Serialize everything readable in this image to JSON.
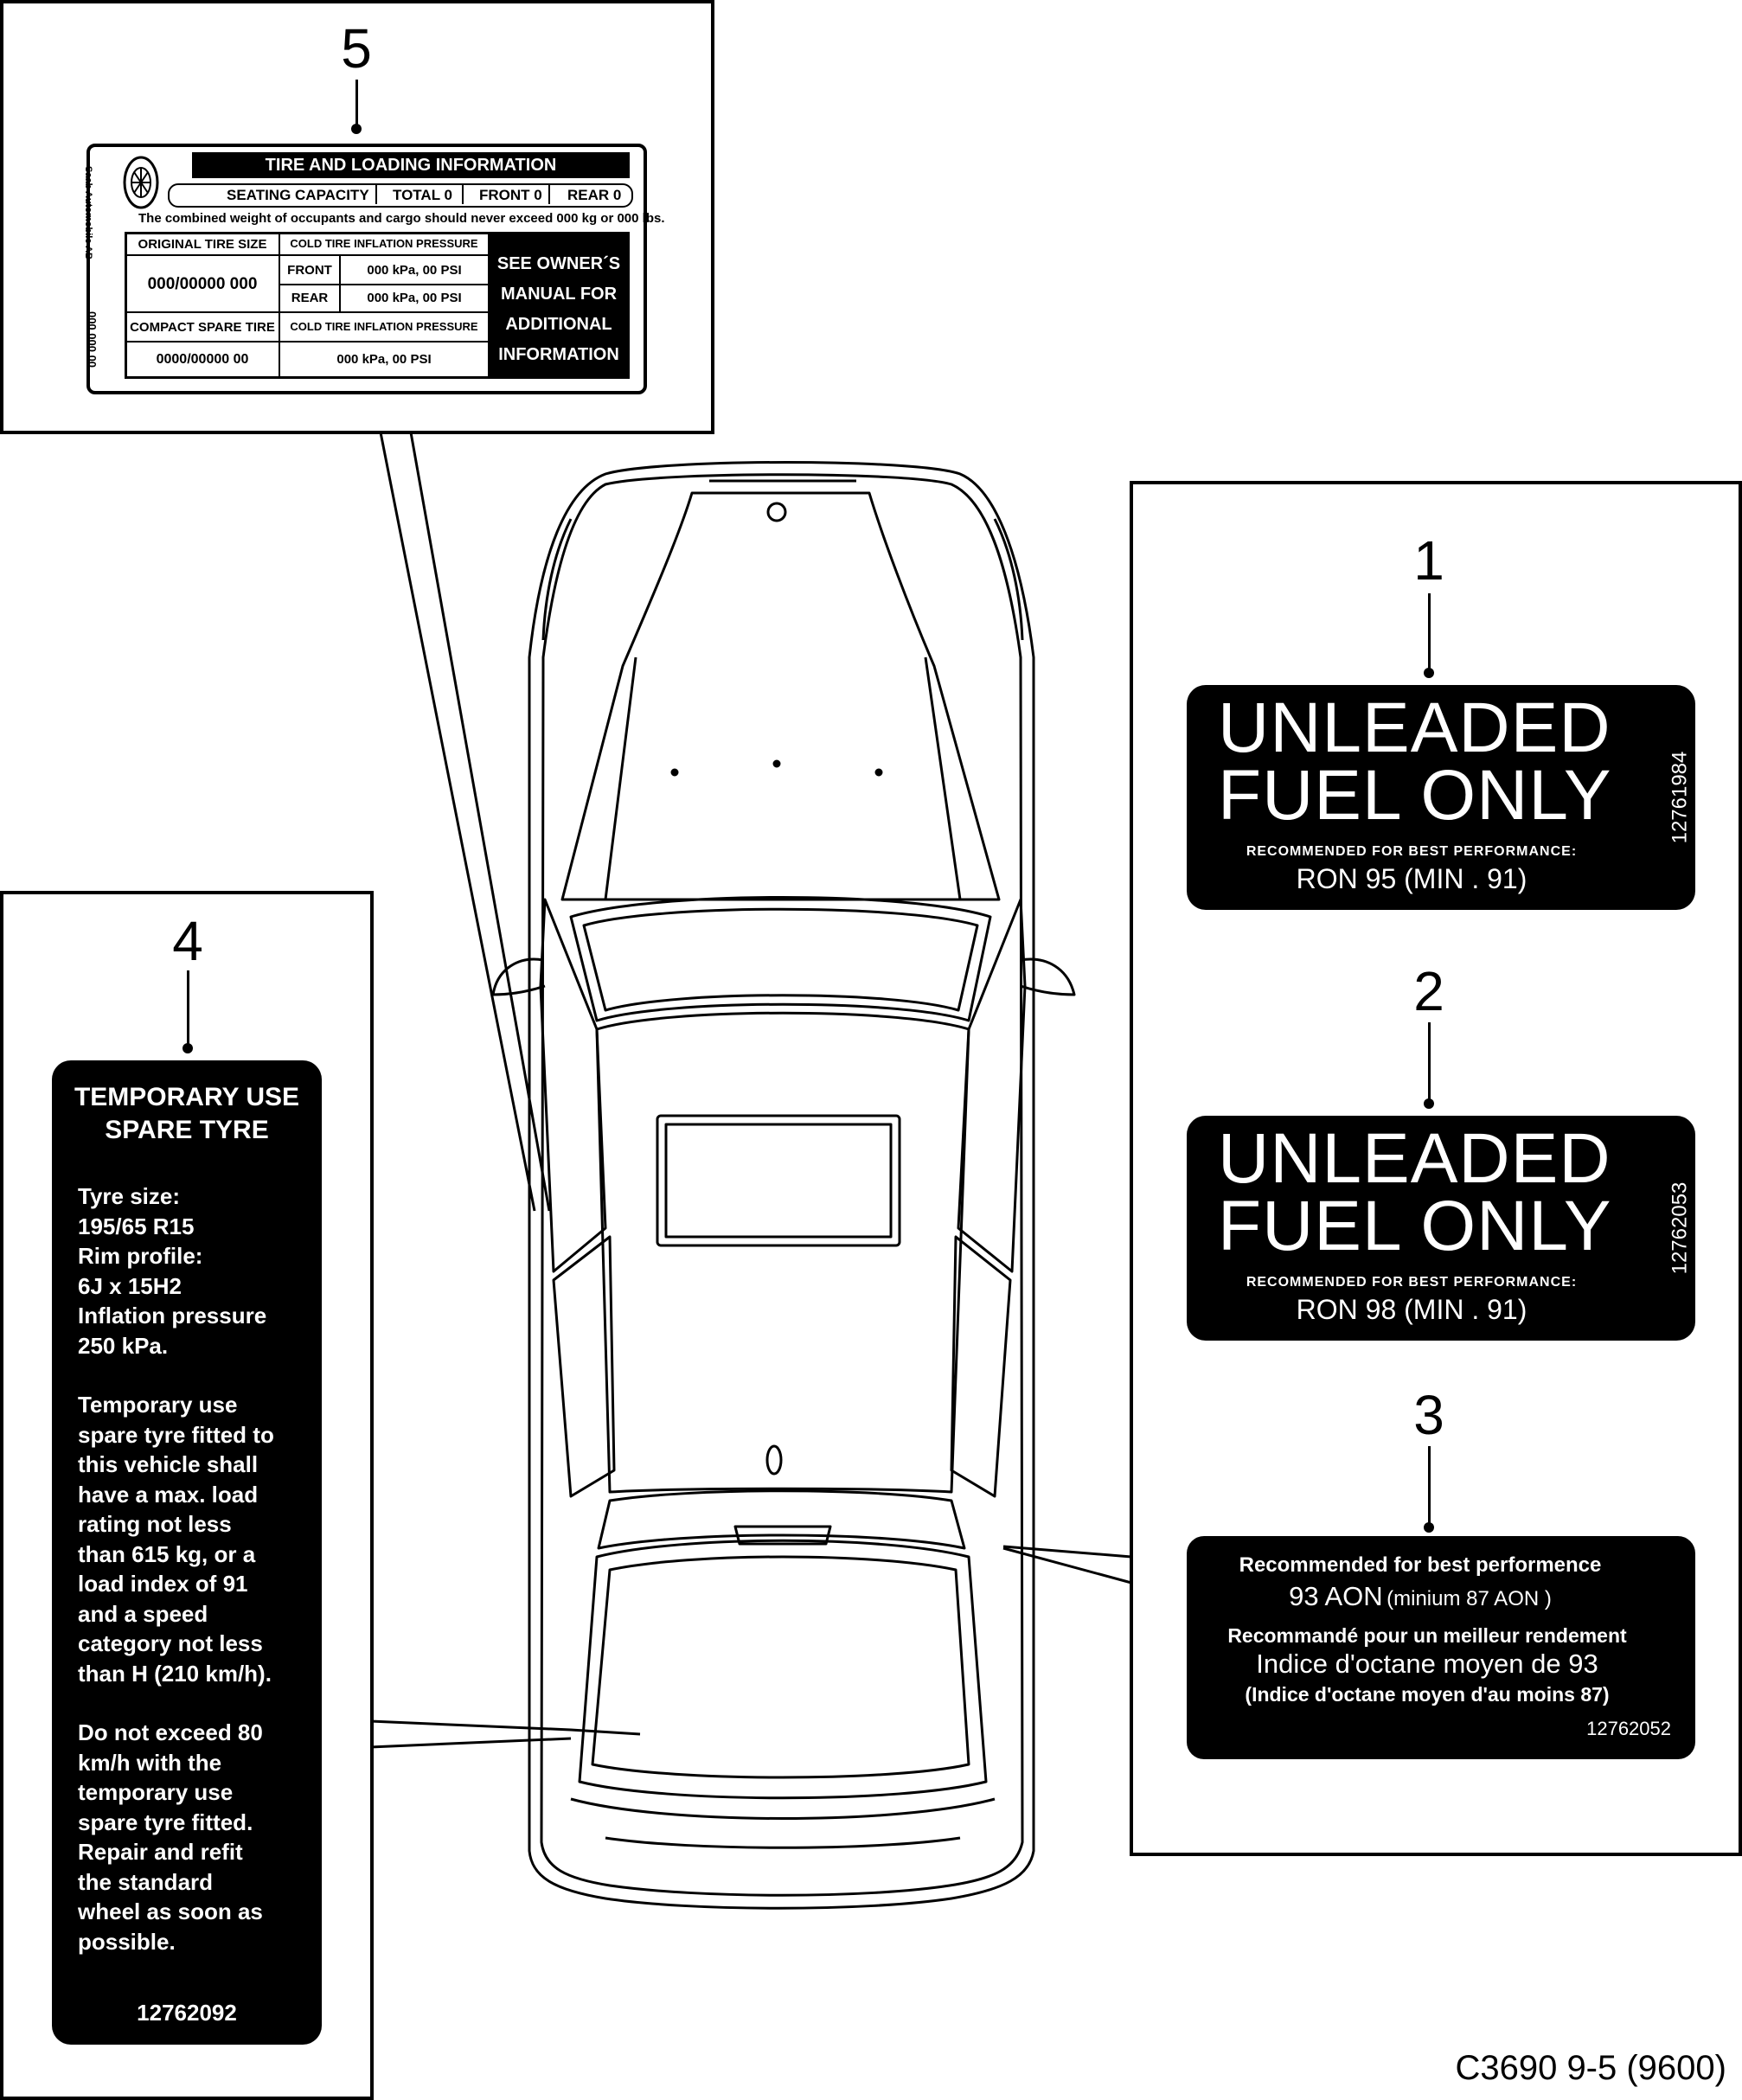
{
  "callouts": {
    "c1": "1",
    "c2": "2",
    "c3": "3",
    "c4": "4",
    "c5": "5"
  },
  "decal_unleaded_95": {
    "line1": "UNLEADED",
    "line2": "FUEL ONLY",
    "recommended": "RECOMMENDED  FOR  BEST  PERFORMANCE:",
    "ron": "RON  95  (MIN . 91)",
    "part_no": "12761984"
  },
  "decal_unleaded_98": {
    "line1": "UNLEADED",
    "line2": "FUEL ONLY",
    "recommended": "RECOMMENDED  FOR  BEST  PERFORMANCE:",
    "ron": "RON  98  (MIN . 91)",
    "part_no": "12762053"
  },
  "decal_octane": {
    "en_title": "Recommended  for  best  performence",
    "en_value": "93  AON",
    "en_min": "(minium 87  AON )",
    "fr_title": "Recommandé  pour  un  meilleur  rendement",
    "fr_value": "Indice  d'octane  moyen de 93",
    "fr_min": "(Indice  d'octane  moyen d'au moins 87)",
    "part_no": "12762052"
  },
  "decal_spare": {
    "title1": "TEMPORARY USE",
    "title2": "SPARE TYRE",
    "para1": [
      "Tyre size:",
      "195/65 R15",
      "Rim profile:",
      "6J x 15H2",
      "Inflation pressure",
      "250 kPa."
    ],
    "para2": [
      "Temporary use",
      "spare tyre fitted to",
      "this vehicle shall",
      "have a max. load",
      "rating not less",
      "than 615 kg, or a",
      "load index of 91",
      "and a speed",
      "category not less",
      "than H (210 km/h)."
    ],
    "para3": [
      "Do not exceed 80",
      "km/h with the",
      "temporary use",
      "spare tyre fitted.",
      "Repair and refit",
      "the standard",
      "wheel as soon as",
      "possible."
    ],
    "part_no": "12762092"
  },
  "tire_label": {
    "side_brand": "Saab Automobile AB",
    "side_code": "000 000 00",
    "header": "TIRE AND LOADING INFORMATION",
    "seating": "SEATING CAPACITY",
    "total": "TOTAL 0",
    "front": "FRONT 0",
    "rear": "REAR 0",
    "weight_note": "The combined weight of occupants and cargo should never exceed 000 kg or 000 lbs.",
    "orig_tire": "ORIGINAL TIRE SIZE",
    "cold_pressure": "COLD TIRE INFLATION PRESSURE",
    "tire_size": "000/00000 000",
    "front_label": "FRONT",
    "rear_label": "REAR",
    "front_pressure": "000 kPa, 00 PSI",
    "rear_pressure": "000 kPa, 00 PSI",
    "compact_spare": "COMPACT SPARE TIRE",
    "cold_pressure2": "COLD TIRE INFLATION PRESSURE",
    "spare_size": "0000/00000  00",
    "spare_pressure": "000 kPa, 00 PSI",
    "see_owner": [
      "SEE OWNER´S",
      "MANUAL FOR",
      "ADDITIONAL",
      "INFORMATION"
    ]
  },
  "footer": "C3690 9-5 (9600)"
}
